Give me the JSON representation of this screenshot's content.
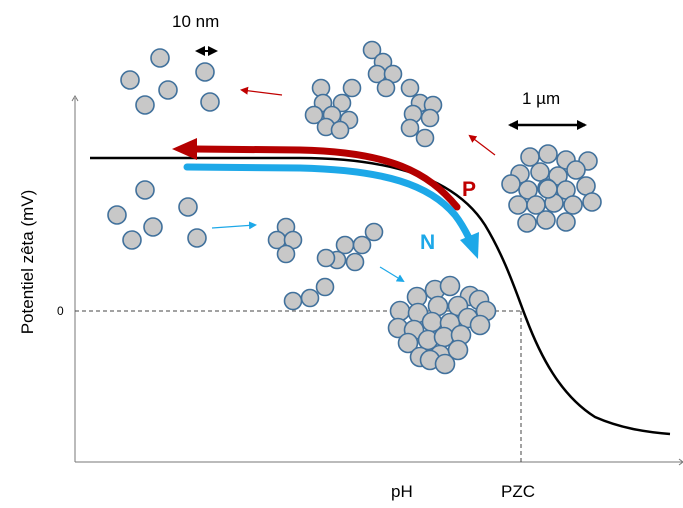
{
  "labels": {
    "scale_nm": "10 nm",
    "scale_um": "1 µm",
    "y_axis": "Potentiel zêta (mV)",
    "zero_tick": "0",
    "x_axis": "pH",
    "pzc": "PZC",
    "path_p": "P",
    "path_n": "N"
  },
  "colors": {
    "particle_fill": "#c8c8c8",
    "particle_stroke": "#41719c",
    "path_p": "#b40000",
    "path_n": "#1da8e8"
  }
}
